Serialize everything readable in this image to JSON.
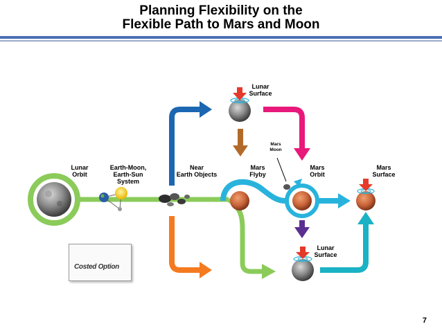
{
  "title": {
    "line1": "Planning Flexibility on the",
    "line2": "Flexible Path to Mars and Moon"
  },
  "nodes": {
    "lunar_orbit": [
      "Lunar",
      "Orbit"
    ],
    "earth_moon": [
      "Earth-Moon,",
      "Earth-Sun",
      "System"
    ],
    "near_earth": [
      "Near",
      "Earth Objects"
    ],
    "mars_flyby": [
      "Mars",
      "Flyby"
    ],
    "mars_orbit": [
      "Mars",
      "Orbit"
    ],
    "mars_surface": [
      "Mars",
      "Surface"
    ],
    "lunar_surface_top": [
      "Lunar",
      "Surface"
    ],
    "lunar_surface_bottom": [
      "Lunar",
      "Surface"
    ],
    "mars_moon": [
      "Mars",
      "Moon"
    ]
  },
  "legend": {
    "label": "Costed Option"
  },
  "page_number": "7",
  "colors": {
    "green": "#8bcb5a",
    "blue": "#1b67b2",
    "magenta": "#e8197a",
    "orange": "#f47a20",
    "cyan": "#28b3dc",
    "teal": "#1ab2c4",
    "brown": "#b26a2b",
    "purple": "#5b2e91",
    "red": "#e53a2b",
    "mars": "#c9643a",
    "moon": "#7a7a7a",
    "rule_blue": "#4c6fb3"
  },
  "icons": [
    "moon-icon",
    "earth-sun-icon",
    "asteroid-icon",
    "mars-icon",
    "landing-marker-icon"
  ]
}
